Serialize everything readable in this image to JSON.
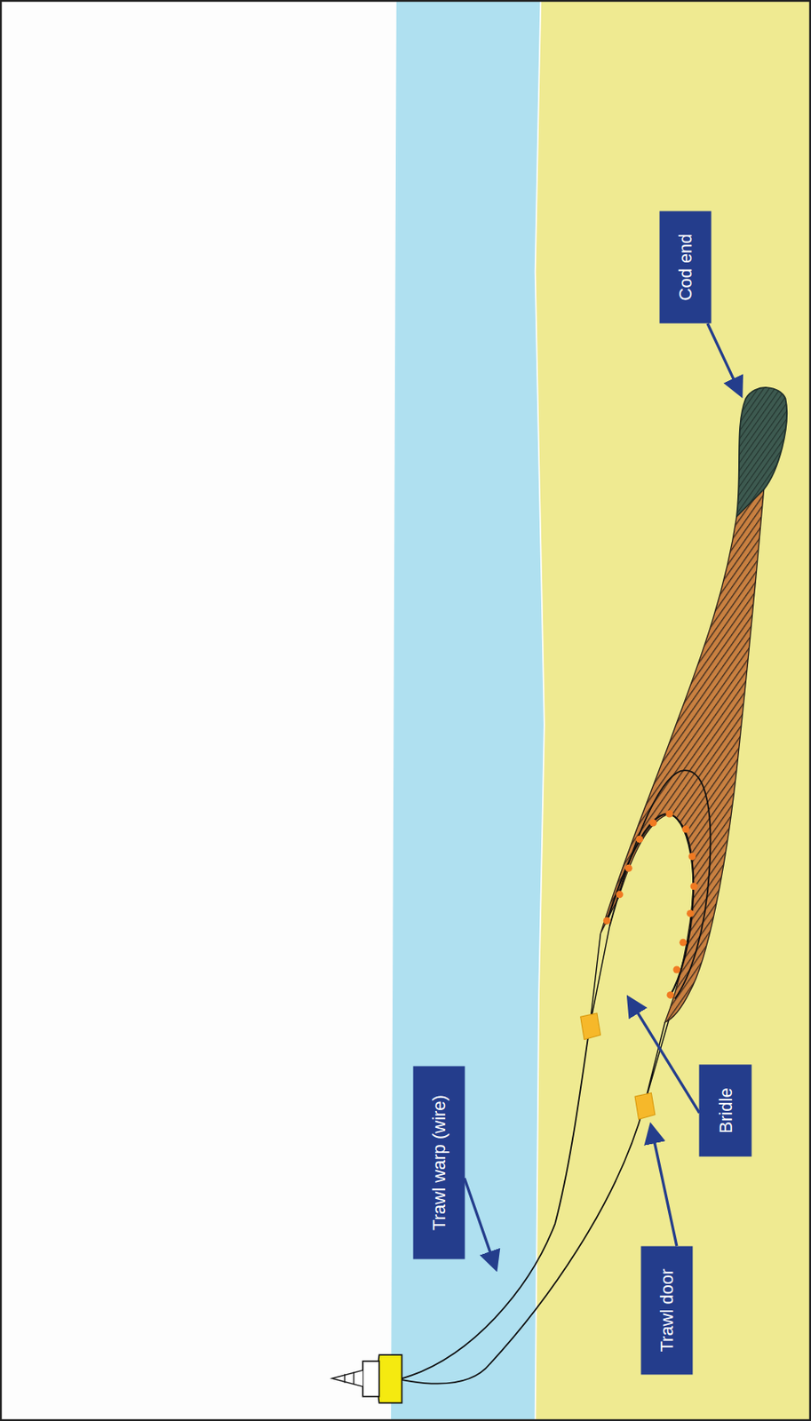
{
  "diagram": {
    "nodes": [
      {
        "text": [
          "Cod end"
        ]
      },
      {
        "text": [
          "Trawl warp (wire)"
        ]
      },
      {
        "text": [
          "Bridle"
        ]
      },
      {
        "text": [
          "Trawl door"
        ]
      }
    ]
  }
}
